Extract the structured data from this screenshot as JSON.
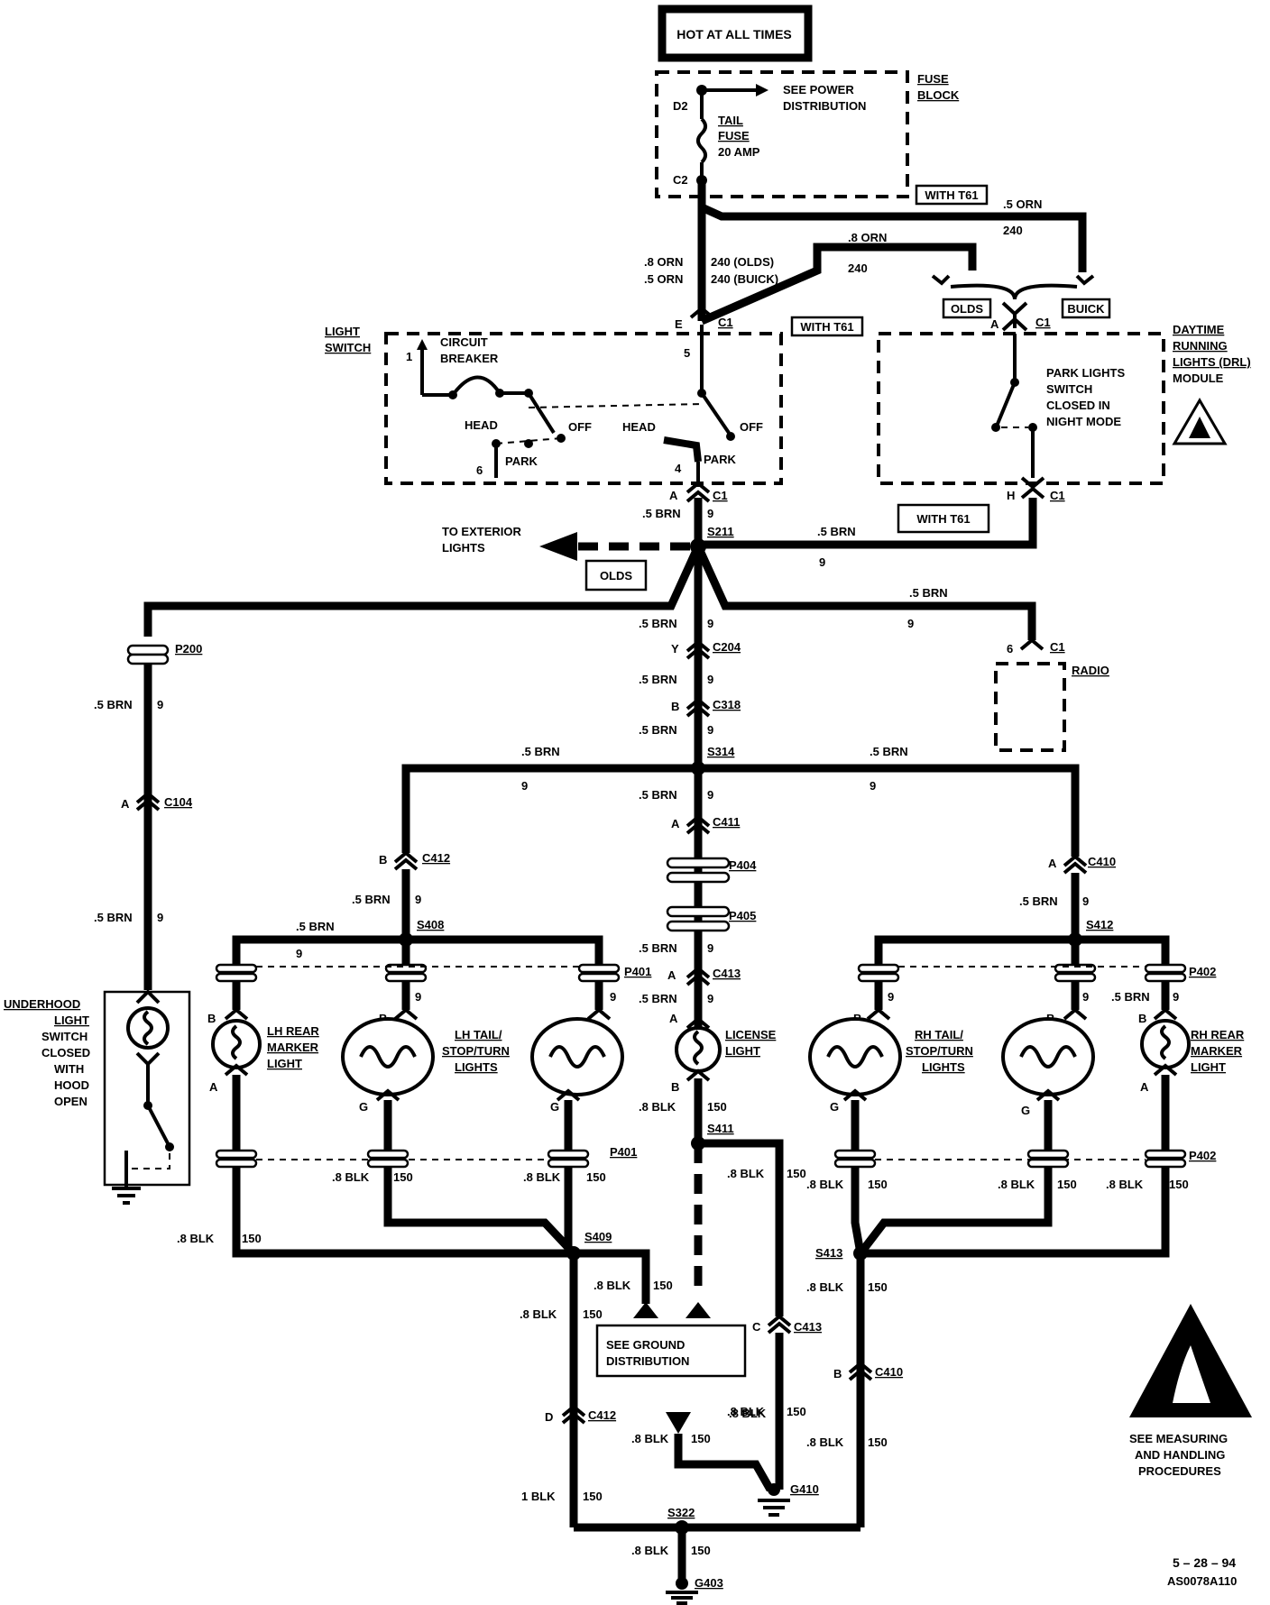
{
  "header": {
    "hot": "HOT AT ALL TIMES"
  },
  "fuse_block": {
    "label1": "FUSE",
    "label2": "BLOCK",
    "see_power1": "SEE POWER",
    "see_power2": "DISTRIBUTION",
    "fuse1": "TAIL",
    "fuse2": "FUSE",
    "fuse3": "20 AMP",
    "pin_d2": "D2",
    "pin_c2": "C2"
  },
  "wires": {
    "orn8": ".8 ORN",
    "orn5": ".5 ORN",
    "orn8b": ".8 ORN",
    "orn5b": ".5 ORN",
    "c240_olds": "240 (OLDS)",
    "c240_buick": "240 (BUICK)",
    "c240a": "240",
    "c240b": "240",
    "brn5": ".5 BRN",
    "c9": "9",
    "blk8": ".8 BLK",
    "blk1": "1 BLK",
    "c150": "150"
  },
  "options": {
    "with_t61": "WITH T61",
    "olds": "OLDS",
    "buick": "BUICK"
  },
  "light_switch": {
    "label1": "LIGHT",
    "label2": "SWITCH",
    "cb1": "CIRCUIT",
    "cb2": "BREAKER",
    "head": "HEAD",
    "off": "OFF",
    "park": "PARK",
    "pin_e": "E",
    "pin_c1": "C1",
    "pin_1": "1",
    "pin_5": "5",
    "pin_6": "6",
    "pin_4": "4",
    "pin_a": "A"
  },
  "drl": {
    "label1": "DAYTIME",
    "label2": "RUNNING",
    "label3": "LIGHTS (DRL)",
    "label4": "MODULE",
    "note1": "PARK LIGHTS",
    "note2": "SWITCH",
    "note3": "CLOSED IN",
    "note4": "NIGHT MODE",
    "pin_a": "A",
    "pin_h": "H",
    "pin_c1": "C1"
  },
  "splices": {
    "s211": "S211",
    "s314": "S314",
    "s408": "S408",
    "s412": "S412",
    "s411": "S411",
    "s409": "S409",
    "s413": "S413",
    "s322": "S322"
  },
  "connectors": {
    "p200": "P200",
    "c104": "C104",
    "c204": "C204",
    "c318": "C318",
    "c411": "C411",
    "p404": "P404",
    "p405": "P405",
    "c413": "C413",
    "c412": "C412",
    "c410": "C410",
    "p401": "P401",
    "p402": "P402",
    "c1": "C1",
    "radio": "RADIO"
  },
  "pins": {
    "a": "A",
    "b": "B",
    "c": "C",
    "d": "D",
    "g": "G",
    "y": "Y",
    "six": "6"
  },
  "to_exterior1": "TO EXTERIOR",
  "to_exterior2": "LIGHTS",
  "components": {
    "underhood": [
      "UNDERHOOD",
      "LIGHT",
      "SWITCH",
      "CLOSED",
      "WITH",
      "HOOD",
      "OPEN"
    ],
    "lh_rear": [
      "LH REAR",
      "MARKER",
      "LIGHT"
    ],
    "lh_tail": [
      "LH TAIL/",
      "STOP/TURN",
      "LIGHTS"
    ],
    "license": [
      "LICENSE",
      "LIGHT"
    ],
    "rh_tail": [
      "RH TAIL/",
      "STOP/TURN",
      "LIGHTS"
    ],
    "rh_rear": [
      "RH REAR",
      "MARKER",
      "LIGHT"
    ]
  },
  "ground": {
    "see_ground1": "SEE GROUND",
    "see_ground2": "DISTRIBUTION",
    "g410": "G410",
    "g403": "G403"
  },
  "esd": {
    "line1": "SEE MEASURING",
    "line2": "AND HANDLING",
    "line3": "PROCEDURES"
  },
  "footer": {
    "date": "5 – 28 – 94",
    "code": "AS0078A110"
  }
}
